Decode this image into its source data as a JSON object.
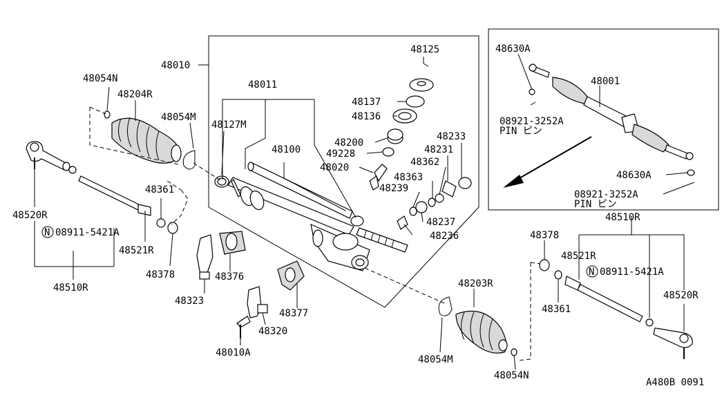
{
  "labels": {
    "p48010": "48010",
    "p48011": "48011",
    "p48125": "48125",
    "p48137": "48137",
    "p48136": "48136",
    "p48200": "48200",
    "p49228": "49228",
    "p48020": "48020",
    "p48233": "48233",
    "p48231": "48231",
    "p48362": "48362",
    "p48363": "48363",
    "p48239": "48239",
    "p48237": "48237",
    "p48236": "48236",
    "p48100": "48100",
    "p48127M": "48127M",
    "p48054N_l": "48054N",
    "p48204R": "48204R",
    "p48054M_l": "48054M",
    "p48520R_l": "48520R",
    "p08911_l": "08911-5421A",
    "p48521R_l": "48521R",
    "p48361_l": "48361",
    "p48378_l": "48378",
    "p48510R_l": "48510R",
    "p48376": "48376",
    "p48323": "48323",
    "p48377": "48377",
    "p48320": "48320",
    "p48010A": "48010A",
    "p48203R": "48203R",
    "p48054M_r": "48054M",
    "p48054N_r": "48054N",
    "p48378_r": "48378",
    "p48510R_r": "48510R",
    "p48521R_r": "48521R",
    "p08911_r": "08911-5421A",
    "p48361_r": "48361",
    "p48520R_r": "48520R",
    "inset_48630A_top": "48630A",
    "inset_48001": "48001",
    "inset_pin_part_top": "08921-3252A",
    "inset_pin_top": "PIN ピン",
    "inset_48630A_bot": "48630A",
    "inset_pin_part_bot": "08921-3252A",
    "inset_pin_bot": "PIN ピン",
    "n_symbol": "N",
    "diagram_code": "A480B 0091"
  }
}
